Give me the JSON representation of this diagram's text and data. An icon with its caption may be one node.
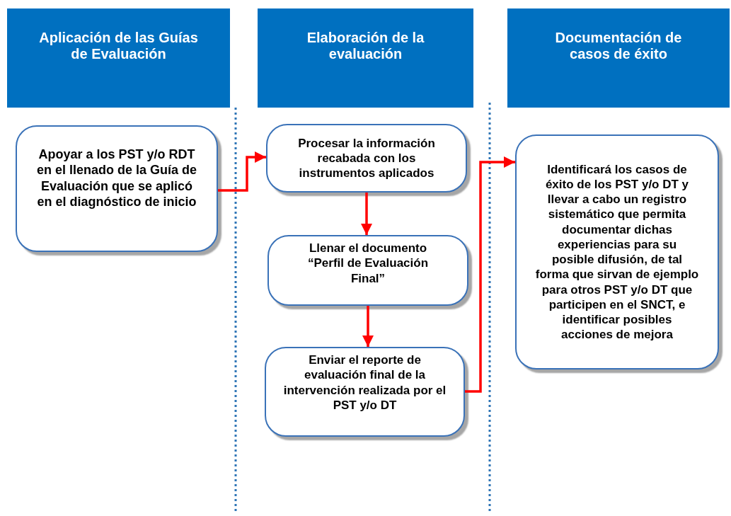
{
  "diagram": {
    "nodes": [
      {
        "text": [
          "Aplicación de las Guías de Evaluación"
        ]
      },
      {
        "text": [
          "Elaboración de la evaluación"
        ]
      },
      {
        "text": [
          "Documentación de casos de éxito"
        ]
      },
      {
        "text": [
          "Apoyar a los PST y/o RDT en el llenado de la Guía de Evaluación que se aplicó en el diagnóstico de inicio"
        ]
      },
      {
        "text": [
          "Procesar la información recabada con los instrumentos aplicados"
        ]
      },
      {
        "text": [
          "Llenar el documento “Perfil de Evaluación Final”"
        ]
      },
      {
        "text": [
          "Enviar el reporte de evaluación final de la intervención realizada por el PST y/o DT"
        ]
      },
      {
        "text": [
          "Identificará los casos de éxito de los PST y/o DT y llevar a cabo un registro sistemático que permita documentar dichas experiencias para su posible difusión, de tal forma que sirvan de ejemplo para otros PST y/o DT que participen en el SNCT, e identificar posibles acciones de mejora"
        ]
      }
    ],
    "edges": [
      {
        "from": 3,
        "to": 4,
        "arrow": "to"
      },
      {
        "from": 4,
        "to": 5,
        "arrow": "to"
      },
      {
        "from": 5,
        "to": 6,
        "arrow": "to"
      },
      {
        "from": 6,
        "to": 7,
        "arrow": "to"
      }
    ]
  }
}
